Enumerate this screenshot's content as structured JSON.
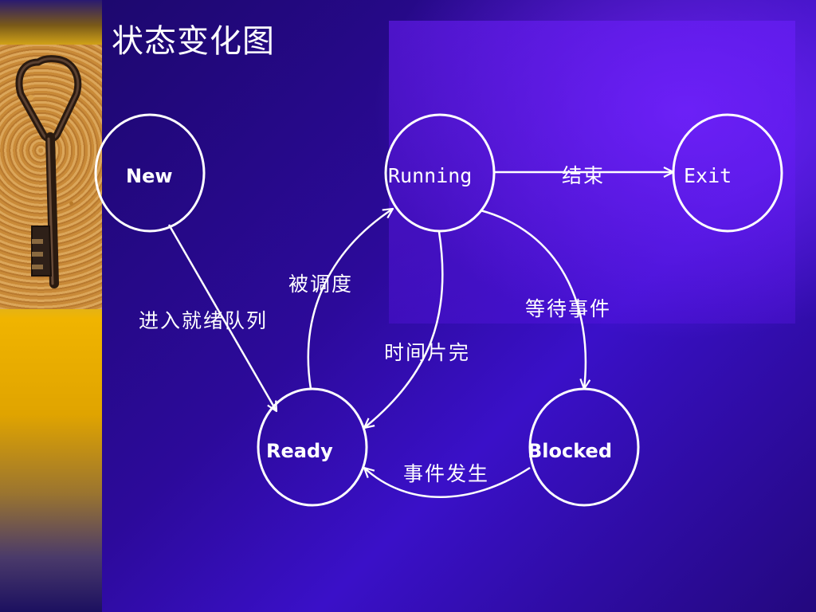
{
  "slide": {
    "title": "状态变化图"
  },
  "states": {
    "new": "New",
    "running": "Running",
    "exit": "Exit",
    "ready": "Ready",
    "blocked": "Blocked"
  },
  "transitions": {
    "new_to_ready": "进入就绪队列",
    "ready_to_running": "被调度",
    "running_to_ready": "时间片完",
    "running_to_exit": "结束",
    "running_to_blocked": "等待事件",
    "blocked_to_ready": "事件发生"
  },
  "colors": {
    "background": "#2c0a9a",
    "accent": "#e6b312",
    "foreground": "#ffffff"
  },
  "icons": {
    "decor": "iron-key-icon"
  }
}
